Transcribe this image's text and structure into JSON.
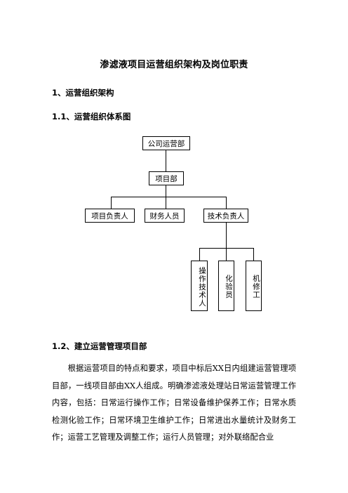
{
  "doc": {
    "title": "渗滤液项目运营组织架构及岗位职责",
    "section1": "1、运营组织架构",
    "section1_1": "1.1、运营组织体系图",
    "section1_2": "1.2、建立运营管理项目部",
    "paragraph": "根据运营项目的特点和要求，项目中标后XX日内组建运营管理项目部，一线项目部由XX人组成。明确渗滤液处理站日常运营管理工作内容，包括：日常运行操作工作；日常设备维护保养工作；日常水质检测化验工作；日常环境卫生维护工作；日常进出水量统计及财务工作；运营工艺管理及调整工作；运行人员管理；对外联络配合业"
  },
  "org": {
    "company": "公司运营部",
    "project": "项目部",
    "project_lead": "项目负责人",
    "finance": "财务人员",
    "tech_lead": "技术负责人",
    "operator": "操作技术人",
    "lab": "化验员",
    "mechanic": "机修工"
  }
}
